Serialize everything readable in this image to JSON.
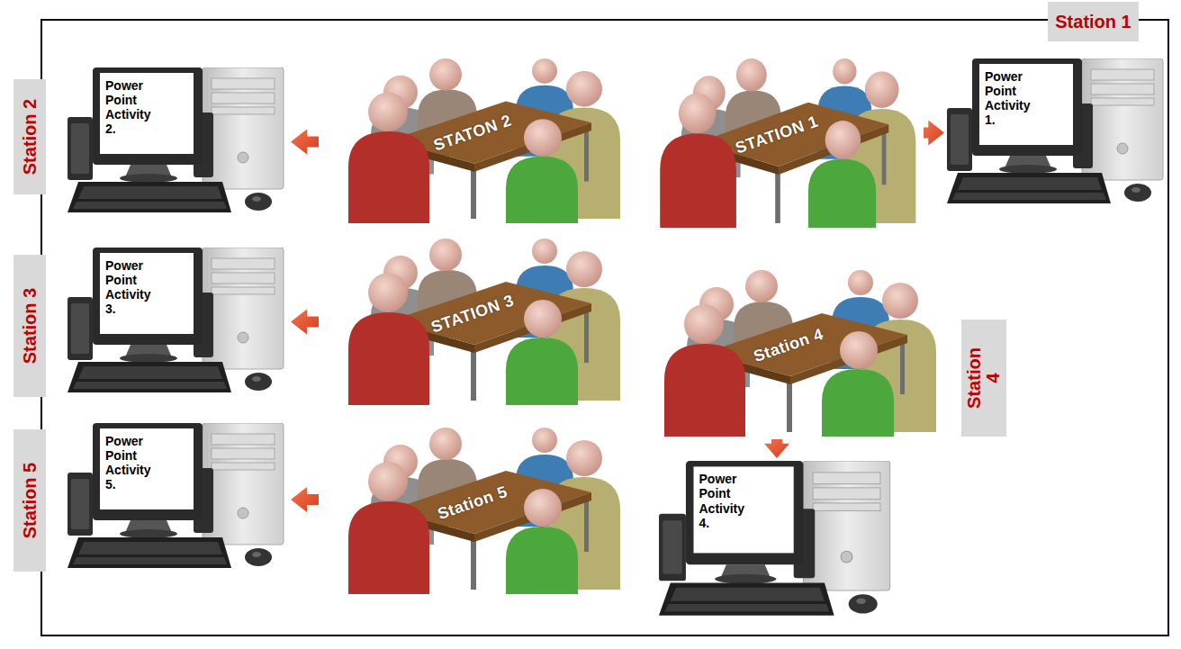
{
  "diagram": {
    "nodes": [
      {
        "text": [
          "Station 1"
        ]
      },
      {
        "text": [
          "Station 2"
        ]
      },
      {
        "text": [
          "Power Point Activity 2."
        ]
      },
      {
        "text": [
          "STATON 2"
        ]
      },
      {
        "text": [
          "STATION 1"
        ]
      },
      {
        "text": [
          "Power Point Activity 1."
        ]
      },
      {
        "text": [
          "Station 3"
        ]
      },
      {
        "text": [
          "Power Point Activity 3."
        ]
      },
      {
        "text": [
          "STATION 3"
        ]
      },
      {
        "text": [
          "Station 4"
        ]
      },
      {
        "text": [
          "Station 4"
        ]
      },
      {
        "text": [
          "Station 5"
        ]
      },
      {
        "text": [
          "Power Point Activity 5."
        ]
      },
      {
        "text": [
          "Station 5"
        ]
      },
      {
        "text": [
          "Power Point Activity 4."
        ]
      }
    ],
    "edges": [
      {
        "from": 3,
        "to": 2,
        "arrow": "to"
      },
      {
        "from": 4,
        "to": 5,
        "arrow": "to"
      },
      {
        "from": 8,
        "to": 7,
        "arrow": "to"
      },
      {
        "from": 9,
        "to": 14,
        "arrow": "to"
      },
      {
        "from": 13,
        "to": 12,
        "arrow": "to"
      }
    ]
  }
}
